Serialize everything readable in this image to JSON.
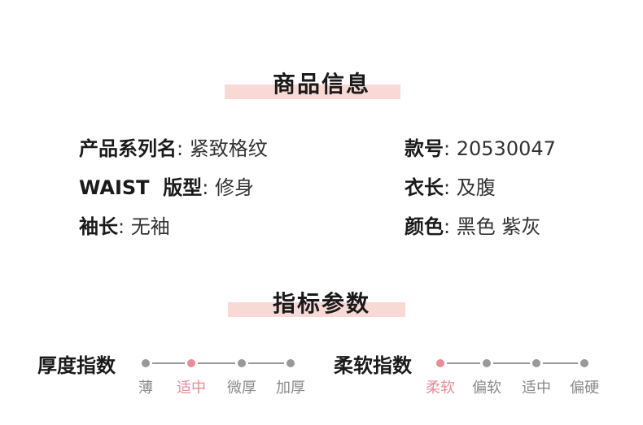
{
  "product_info": {
    "title": "商品信息",
    "rows": [
      {
        "key": "产品系列名",
        "value": "紧致格纹"
      },
      {
        "key": "款号",
        "value": "20530047"
      },
      {
        "key": "WAIST  版型",
        "value": "修身"
      },
      {
        "key": "衣长",
        "value": "及腹"
      },
      {
        "key": "袖长",
        "value": "无袖"
      },
      {
        "key": "颜色",
        "value": "黑色 紫灰"
      }
    ],
    "separator": ":"
  },
  "indicators": {
    "title": "指标参数",
    "thickness": {
      "name": "厚度指数",
      "levels": [
        "薄",
        "适中",
        "微厚",
        "加厚"
      ],
      "selected_index": 1
    },
    "softness": {
      "name": "柔软指数",
      "levels": [
        "柔软",
        "偏软",
        "适中",
        "偏硬"
      ],
      "selected_index": 0
    }
  },
  "colors": {
    "accent_band": "#f9d9d6",
    "active": "#e88c97",
    "inactive": "#999999"
  }
}
